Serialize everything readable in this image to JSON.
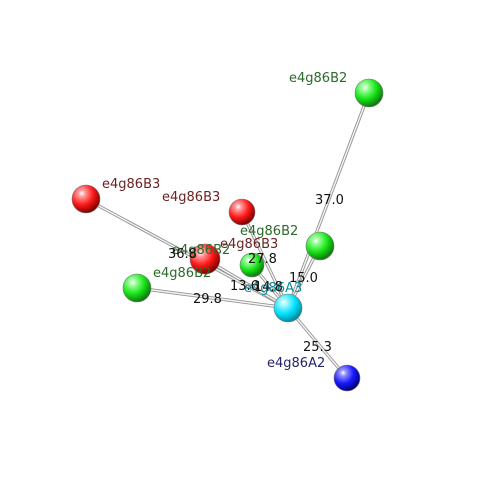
{
  "graph": {
    "nodes": [
      {
        "id": "center",
        "label": "e4g86A3",
        "color": "#00e3ff",
        "labelColor": "#0d8a9a"
      },
      {
        "id": "blue",
        "label": "e4g86A2",
        "color": "#1a1aff",
        "labelColor": "#23236a"
      },
      {
        "id": "green1",
        "label": "e4g86B2",
        "color": "#19e619",
        "labelColor": "#2b6a2b"
      },
      {
        "id": "green2",
        "label": "e4g86B2",
        "color": "#19e619",
        "labelColor": "#2b6a2b"
      },
      {
        "id": "green3",
        "label": "e4g86B2",
        "color": "#19e619",
        "labelColor": "#2b6a2b"
      },
      {
        "id": "green4",
        "label": "e4g86B2",
        "color": "#19e619",
        "labelColor": "#2b6a2b"
      },
      {
        "id": "red1",
        "label": "e4g86B3",
        "color": "#ff1a1a",
        "labelColor": "#6a2323"
      },
      {
        "id": "red2",
        "label": "e4g86B3",
        "color": "#ff1a1a",
        "labelColor": "#6a2323"
      },
      {
        "id": "red3",
        "label": "e4g86B3",
        "color": "#ff1a1a",
        "labelColor": "#6a2323"
      }
    ],
    "edges": [
      {
        "from": "center",
        "to": "green1",
        "label": "37.0"
      },
      {
        "from": "center",
        "to": "green2",
        "label": "15.0"
      },
      {
        "from": "center",
        "to": "green3",
        "label": "27.8"
      },
      {
        "from": "center",
        "to": "green4",
        "label": "29.8"
      },
      {
        "from": "center",
        "to": "red1",
        "label": "36.8"
      },
      {
        "from": "center",
        "to": "red2",
        "label": "13.6"
      },
      {
        "from": "center",
        "to": "red3",
        "label": "14.8"
      },
      {
        "from": "center",
        "to": "blue",
        "label": "25.3"
      }
    ]
  }
}
